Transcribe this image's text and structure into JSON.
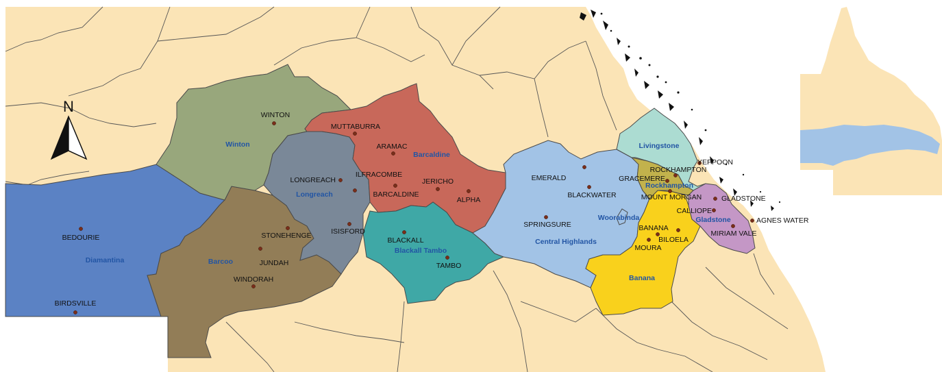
{
  "colors": {
    "land": "#fbe4b6",
    "diamantina": "#5b82c4",
    "barcoo": "#927d57",
    "winton": "#98a77c",
    "longreach": "#7a8898",
    "barcaldine": "#c8685a",
    "blackall_tambo": "#3fa8a6",
    "central_highlands": "#a2c3e6",
    "woorabinda": "#a2c3e6",
    "banana": "#f9d11c",
    "livingstone": "#acdcd2",
    "rockhampton": "#c2b24c",
    "gladstone": "#c497c6",
    "inset_region": "#a2c3e6",
    "town_dot": "#7a2e1a"
  },
  "compass": {
    "label": "N",
    "icon": "north-arrow-icon"
  },
  "regions": [
    {
      "key": "diamantina",
      "label": "Diamantina"
    },
    {
      "key": "barcoo",
      "label": "Barcoo"
    },
    {
      "key": "winton",
      "label": "Winton"
    },
    {
      "key": "longreach",
      "label": "Longreach"
    },
    {
      "key": "barcaldine",
      "label": "Barcaldine"
    },
    {
      "key": "blackall_tambo",
      "label": "Blackall Tambo"
    },
    {
      "key": "central_highlands",
      "label": "Central Highlands"
    },
    {
      "key": "woorabinda",
      "label": "Woorabinda"
    },
    {
      "key": "banana",
      "label": "Banana"
    },
    {
      "key": "livingstone",
      "label": "Livingstone"
    },
    {
      "key": "rockhampton",
      "label": "Rockhampton"
    },
    {
      "key": "gladstone",
      "label": "Gladstone"
    }
  ],
  "towns": [
    "BEDOURIE",
    "BIRDSVILLE",
    "WINDORAH",
    "JUNDAH",
    "STONEHENGE",
    "WINTON",
    "LONGREACH",
    "ILFRACOMBE",
    "ISISFORD",
    "MUTTABURRA",
    "ARAMAC",
    "BARCALDINE",
    "JERICHO",
    "ALPHA",
    "BLACKALL",
    "TAMBO",
    "EMERALD",
    "BLACKWATER",
    "SPRINGSURE",
    "YEPPOON",
    "ROCKHAMPTON",
    "GRACEMERE",
    "MOUNT MORGAN",
    "GLADSTONE",
    "CALLIOPE",
    "AGNES WATER",
    "MIRIAM VALE",
    "BANANA",
    "BILOELA",
    "MOURA"
  ]
}
